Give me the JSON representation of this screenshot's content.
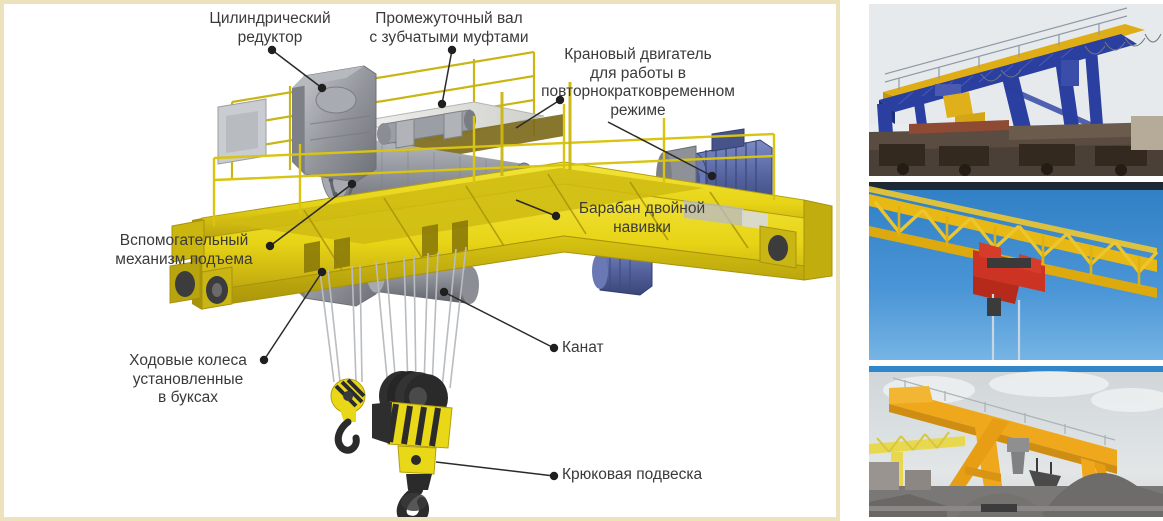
{
  "diagram": {
    "subject": "Крановая тележка мостового крана",
    "labels": [
      {
        "id": "reducer",
        "text": "Цилиндрический\nредуктор"
      },
      {
        "id": "shaft",
        "text": "Промежуточный вал\nс зубчатыми муфтами"
      },
      {
        "id": "motor",
        "text": "Крановый двигатель\nдля работы в\nповторнократковременном\nрежиме"
      },
      {
        "id": "drum",
        "text": "Барабан двойной\nнавивки"
      },
      {
        "id": "aux",
        "text": "Вспомогательный\nмеханизм подъема"
      },
      {
        "id": "wheels",
        "text": "Ходовые колеса\nустановленные\nв буксах"
      },
      {
        "id": "rope",
        "text": "Канат"
      },
      {
        "id": "hook",
        "text": "Крюковая подвеска"
      }
    ],
    "colors": {
      "frame_yellow": "#e9d818",
      "frame_yellow_dark": "#c9b513",
      "machinery_gray": "#8e9197",
      "machinery_gray_dark": "#6b6e74",
      "motor_blue": "#5566a8",
      "motor_blue_dark": "#3d4a80",
      "hook_black": "#2b2b2b",
      "leader_line": "#2a2a2a",
      "label_text": "#3a3a3a",
      "panel_border": "#ece3bc"
    }
  },
  "photos": [
    {
      "id": "photo-1",
      "caption": "Козловой кран сине-жёлтой окраски над железнодорожными платформами",
      "sky": "#e8ecee",
      "primary": "#2a3fa0",
      "secondary": "#e3b417",
      "ground": "#453a31"
    },
    {
      "id": "photo-2",
      "caption": "Жёлтая решётчатая балка крана с красной грузовой тележкой на фоне синего неба",
      "sky": "#3f8fd4",
      "primary": "#e8b814",
      "secondary": "#cc3322",
      "ground": "#2f6fae"
    },
    {
      "id": "photo-3",
      "caption": "Жёлтый козловой кран с грейфером над отвалами щебня",
      "sky": "#d8dde0",
      "primary": "#efa81c",
      "secondary": "#8f8f90",
      "ground": "#6d6c6b"
    }
  ]
}
